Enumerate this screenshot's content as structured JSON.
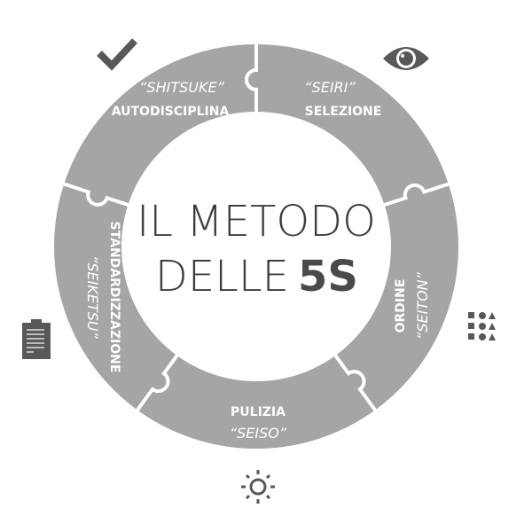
{
  "title": {
    "line1": "IL METODO",
    "line2_prefix": "DELLE ",
    "line2_bold": "5S"
  },
  "colors": {
    "ring": "#a5a5a7",
    "icon": "#58585a",
    "title": "#3e3e40",
    "label": "#ffffff"
  },
  "segments": [
    {
      "japanese": "“SHITSUKE”",
      "italian": "AUTODISCIPLINA",
      "icon": "checkmark-icon"
    },
    {
      "japanese": "“SEIRI”",
      "italian": "SELEZIONE",
      "icon": "eye-icon"
    },
    {
      "japanese": "“SEITON”",
      "italian": "ORDINE",
      "icon": "shapes-grid-icon"
    },
    {
      "japanese": "“SEISO”",
      "italian": "PULIZIA",
      "icon": "sun-icon"
    },
    {
      "japanese": "“SEIKETSU”",
      "italian": "STANDARDIZZAZIONE",
      "icon": "clipboard-icon"
    }
  ]
}
